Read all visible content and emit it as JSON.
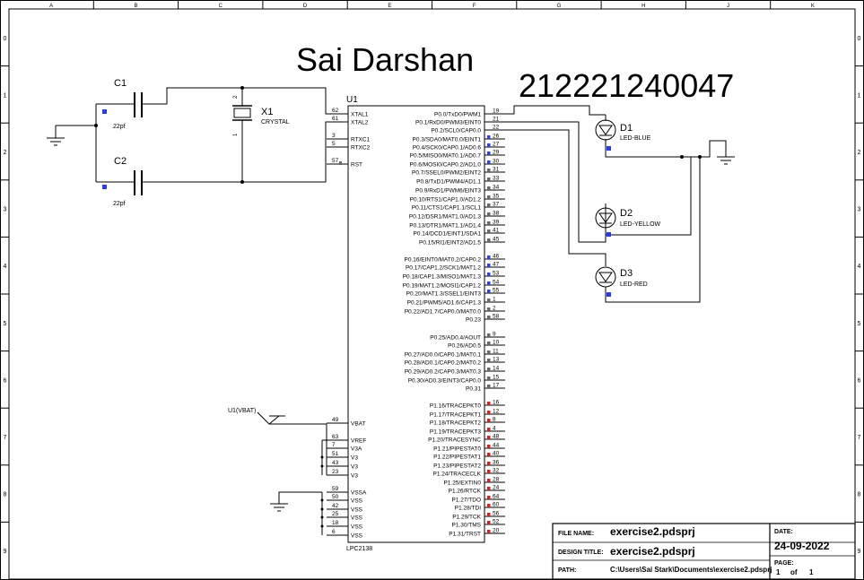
{
  "frame": {
    "columns": [
      "A",
      "B",
      "C",
      "D",
      "E",
      "F",
      "G",
      "H",
      "J",
      "K"
    ],
    "rows": [
      "0",
      "1",
      "2",
      "3",
      "4",
      "5",
      "6",
      "7",
      "8",
      "9"
    ]
  },
  "title_name": "Sai Darshan",
  "title_id": "212221240047",
  "u1": {
    "ref": "U1",
    "part": "LPC2138",
    "left_pins": [
      {
        "num": "62",
        "name": "XTAL1"
      },
      {
        "num": "61",
        "name": "XTAL2"
      },
      {
        "num": "3",
        "name": "RTXC1"
      },
      {
        "num": "5",
        "name": "RTXC2"
      },
      {
        "num": "57",
        "name": "RST"
      },
      {
        "num": "49",
        "name": "VBAT"
      },
      {
        "num": "63",
        "name": "VREF"
      },
      {
        "num": "7",
        "name": "V3A"
      },
      {
        "num": "51",
        "name": "V3"
      },
      {
        "num": "43",
        "name": "V3"
      },
      {
        "num": "23",
        "name": "V3"
      },
      {
        "num": "59",
        "name": "VSSA"
      },
      {
        "num": "50",
        "name": "VSS"
      },
      {
        "num": "42",
        "name": "VSS"
      },
      {
        "num": "25",
        "name": "VSS"
      },
      {
        "num": "18",
        "name": "VSS"
      },
      {
        "num": "6",
        "name": "VSS"
      }
    ],
    "right_pins": [
      {
        "num": "19",
        "name": "P0.0/TxD0/PWM1"
      },
      {
        "num": "21",
        "name": "P0.1/RxD0/PWM3/EINT0"
      },
      {
        "num": "22",
        "name": "P0.2/SCL0/CAP0.0"
      },
      {
        "num": "26",
        "name": "P0.3/SDA0/MAT0.0/EINT1"
      },
      {
        "num": "27",
        "name": "P0.4/SCK0/CAP0.1/AD0.6"
      },
      {
        "num": "29",
        "name": "P0.5/MISO0/MAT0.1/AD0.7"
      },
      {
        "num": "30",
        "name": "P0.6/MOSI0/CAP0.2/AD1.0"
      },
      {
        "num": "31",
        "name": "P0.7/SSEL0/PWM2/EINT2"
      },
      {
        "num": "33",
        "name": "P0.8/TxD1/PWM4/AD1.1"
      },
      {
        "num": "34",
        "name": "P0.9/RxD1/PWM6/EINT3"
      },
      {
        "num": "35",
        "name": "P0.10/RTS1/CAP1.0/AD1.2"
      },
      {
        "num": "37",
        "name": "P0.11/CTS1/CAP1.1/SCL1"
      },
      {
        "num": "38",
        "name": "P0.12/DSR1/MAT1.0/AD1.3"
      },
      {
        "num": "39",
        "name": "P0.13/DTR1/MAT1.1/AD1.4"
      },
      {
        "num": "41",
        "name": "P0.14/DCD1/EINT1/SDA1"
      },
      {
        "num": "45",
        "name": "P0.15/RI1/EINT2/AD1.5"
      },
      {
        "num": "46",
        "name": "P0.16/EINT0/MAT0.2/CAP0.2"
      },
      {
        "num": "47",
        "name": "P0.17/CAP1.2/SCK1/MAT1.2"
      },
      {
        "num": "53",
        "name": "P0.18/CAP1.3/MISO1/MAT1.3"
      },
      {
        "num": "54",
        "name": "P0.19/MAT1.2/MOSI1/CAP1.2"
      },
      {
        "num": "55",
        "name": "P0.20/MAT1.3/SSEL1/EINT3"
      },
      {
        "num": "1",
        "name": "P0.21/PWM5/AD1.6/CAP1.3"
      },
      {
        "num": "2",
        "name": "P0.22/AD1.7/CAP0.0/MAT0.0"
      },
      {
        "num": "58",
        "name": "P0.23"
      },
      {
        "num": "9",
        "name": "P0.25/AD0.4/AOUT"
      },
      {
        "num": "10",
        "name": "P0.26/AD0.5"
      },
      {
        "num": "11",
        "name": "P0.27/AD0.0/CAP0.1/MAT0.1"
      },
      {
        "num": "13",
        "name": "P0.28/AD0.1/CAP0.2/MAT0.2"
      },
      {
        "num": "14",
        "name": "P0.29/AD0.2/CAP0.3/MAT0.3"
      },
      {
        "num": "15",
        "name": "P0.30/AD0.3/EINT3/CAP0.0"
      },
      {
        "num": "17",
        "name": "P0.31"
      },
      {
        "num": "16",
        "name": "P1.16/TRACEPKT0"
      },
      {
        "num": "12",
        "name": "P1.17/TRACEPKT1"
      },
      {
        "num": "8",
        "name": "P1.18/TRACEPKT2"
      },
      {
        "num": "4",
        "name": "P1.19/TRACEPKT3"
      },
      {
        "num": "48",
        "name": "P1.20/TRACESYNC"
      },
      {
        "num": "44",
        "name": "P1.21/PIPESTAT0"
      },
      {
        "num": "40",
        "name": "P1.22/PIPESTAT1"
      },
      {
        "num": "36",
        "name": "P1.23/PIPESTAT2"
      },
      {
        "num": "32",
        "name": "P1.24/TRACECLK"
      },
      {
        "num": "28",
        "name": "P1.25/EXTIN0"
      },
      {
        "num": "24",
        "name": "P1.26/RTCK"
      },
      {
        "num": "64",
        "name": "P1.27/TDO"
      },
      {
        "num": "60",
        "name": "P1.28/TDI"
      },
      {
        "num": "56",
        "name": "P1.29/TCK"
      },
      {
        "num": "52",
        "name": "P1.30/TMS"
      },
      {
        "num": "20",
        "name": "P1.31/TRST"
      }
    ]
  },
  "c1": {
    "ref": "C1",
    "value": "22pf"
  },
  "c2": {
    "ref": "C2",
    "value": "22pf"
  },
  "x1": {
    "ref": "X1",
    "value": "CRYSTAL",
    "pin_top": "2",
    "pin_bottom": "1"
  },
  "d1": {
    "ref": "D1",
    "value": "LED-BLUE"
  },
  "d2": {
    "ref": "D2",
    "value": "LED-YELLOW"
  },
  "d3": {
    "ref": "D3",
    "value": "LED-RED"
  },
  "vbat_label": "U1(VBAT)",
  "title_block": {
    "file_name_label": "FILE NAME:",
    "file_name": "exercise2.pdsprj",
    "design_title_label": "DESIGN TITLE:",
    "design_title": "exercise2.pdsprj",
    "path_label": "PATH:",
    "path": "C:\\Users\\Sai Stark\\Documents\\exercise2.pdsprj",
    "date_label": "DATE:",
    "date": "24-09-2022",
    "page_label": "PAGE:",
    "page_current": "1",
    "page_of": "of",
    "page_total": "1"
  },
  "colors": {
    "pin_blue": "#2b3fe0",
    "pin_red": "#d22020",
    "pin_grey": "#666666"
  }
}
